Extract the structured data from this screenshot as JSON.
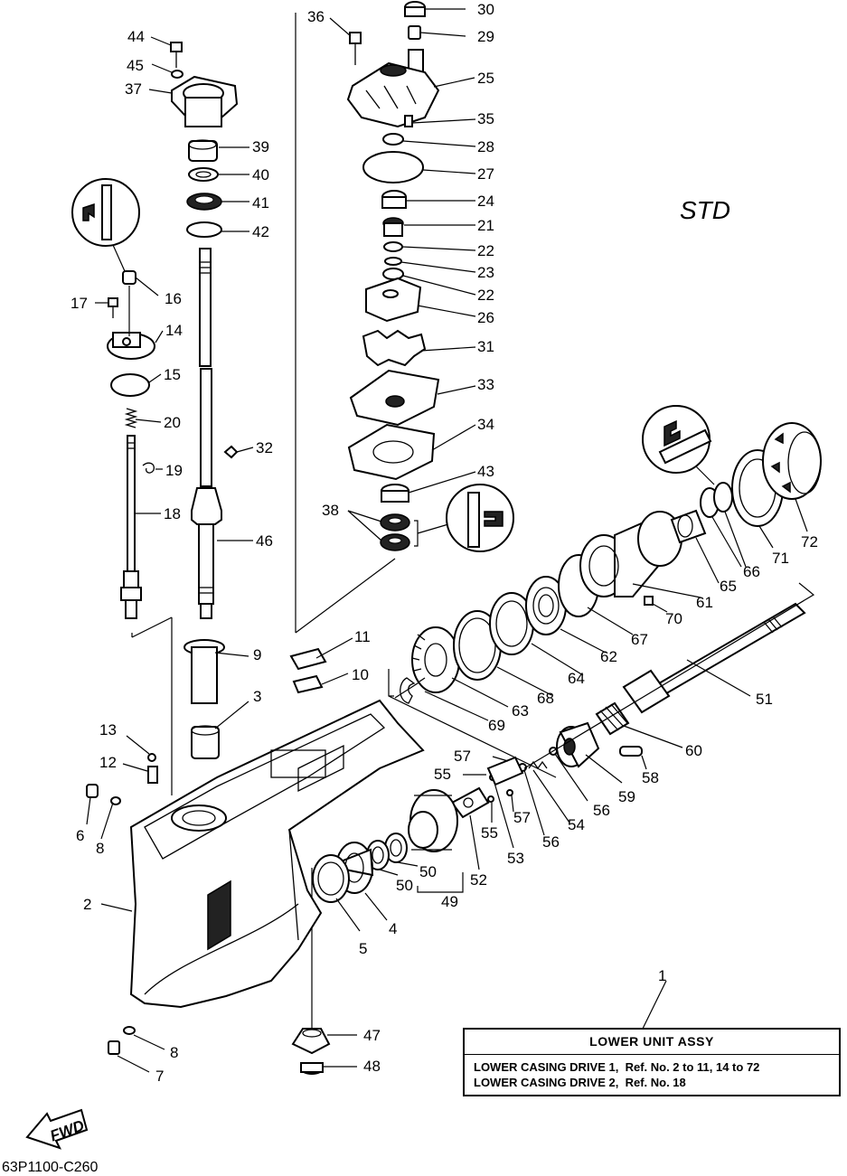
{
  "diagram": {
    "variant": "STD",
    "callouts": [
      "44",
      "45",
      "37",
      "39",
      "40",
      "41",
      "42",
      "17",
      "16",
      "14",
      "15",
      "20",
      "19",
      "18",
      "32",
      "46",
      "36",
      "30",
      "29",
      "25",
      "35",
      "28",
      "27",
      "24",
      "21",
      "22",
      "23",
      "22",
      "26",
      "31",
      "33",
      "34",
      "43",
      "38",
      "11",
      "10",
      "9",
      "3",
      "13",
      "12",
      "6",
      "8",
      "2",
      "8",
      "7",
      "47",
      "48",
      "5",
      "4",
      "50",
      "50",
      "49",
      "52",
      "53",
      "55",
      "55",
      "57",
      "57",
      "54",
      "56",
      "56",
      "59",
      "58",
      "60",
      "51",
      "69",
      "63",
      "68",
      "64",
      "62",
      "67",
      "61",
      "70",
      "65",
      "66",
      "71",
      "72",
      "1"
    ]
  },
  "reference_box": {
    "title": "LOWER  UNIT ASSY",
    "line1": "LOWER CASING DRIVE 1,  Ref. No. 2 to 11, 14 to 72",
    "line2": "LOWER CASING DRIVE 2,  Ref. No. 18"
  },
  "fwd_label": "FWD",
  "catalog_code": "63P1100-C260"
}
